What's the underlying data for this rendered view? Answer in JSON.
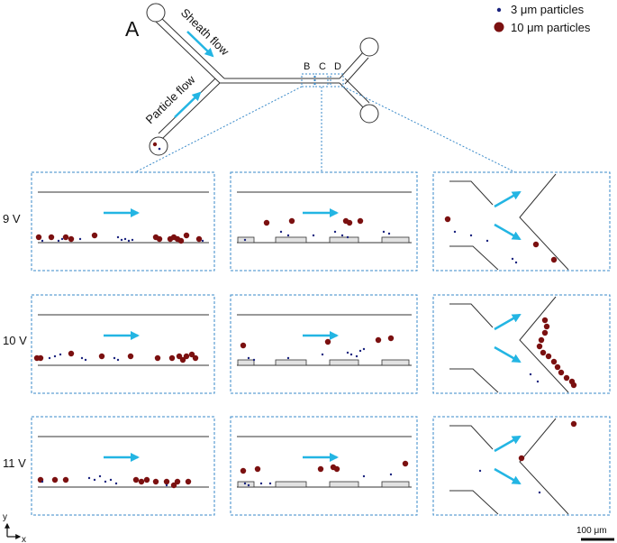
{
  "panel_label": "A",
  "legend": {
    "small": {
      "label": "3 μm particles",
      "color": "#1a237e"
    },
    "large": {
      "label": "10 μm particles",
      "color": "#7b1010"
    }
  },
  "inlet_labels": {
    "sheath": "Sheath flow",
    "particle": "Particle flow"
  },
  "section_labels": {
    "b": "B",
    "c": "C",
    "d": "D"
  },
  "voltages": [
    "9 V",
    "10 V",
    "11 V"
  ],
  "axes": {
    "y": "y",
    "x": "x"
  },
  "scale_bar": {
    "label": "100 μm"
  },
  "colors": {
    "box": "#3a8ac9",
    "arrow": "#23b5e3",
    "channel": "#333333",
    "electrode": "#e2e2e2"
  }
}
